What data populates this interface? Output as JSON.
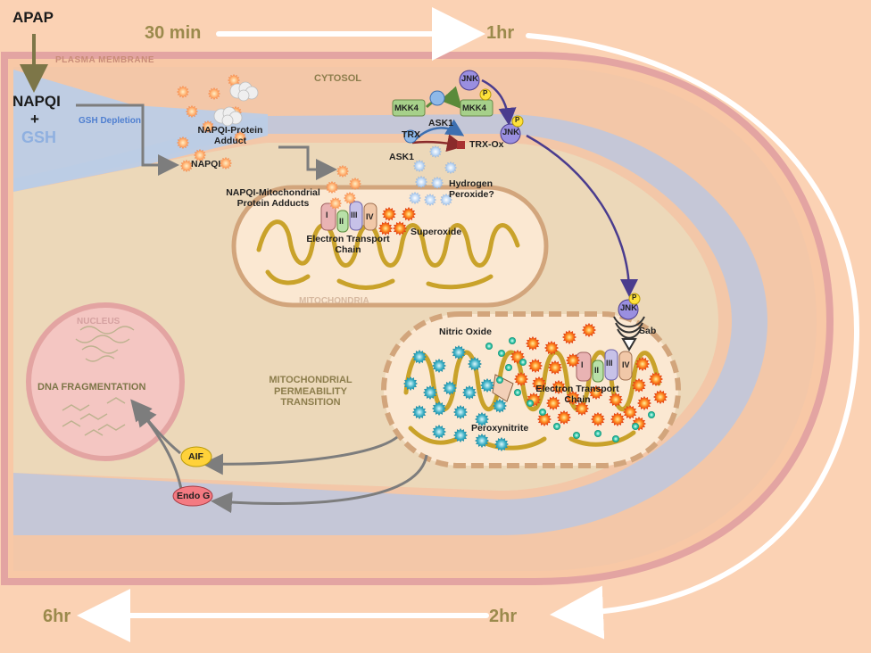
{
  "timeline": {
    "t1": "30 min",
    "t2": "1hr",
    "t3": "2hr",
    "t4": "6hr"
  },
  "drug": {
    "apap": "APAP",
    "napqi": "NAPQI",
    "plus": "+",
    "gsh": "GSH",
    "gsh_depletion": "GSH Depletion"
  },
  "regions": {
    "plasma_membrane": "PLASMA MEMBRANE",
    "cytosol": "CYTOSOL",
    "mitochondria": "MITOCHONDRIA",
    "nucleus": "NUCLEUS"
  },
  "adducts": {
    "protein": "NAPQI-Protein\nAdduct",
    "napqi_small": "NAPQI",
    "mito_adducts": "NAPQI-Mitochondrial\nProtein Adducts"
  },
  "mito1": {
    "etc": "Electron Transport\nChain",
    "superoxide": "Superoxide",
    "complexes": [
      "I",
      "II",
      "III",
      "IV"
    ]
  },
  "signaling": {
    "mkk4": "MKK4",
    "mkk4_p": "MKK4",
    "ask1_active": "ASK1",
    "ask1": "ASK1",
    "trx": "TRX",
    "trx_ox": "TRX-Ox",
    "jnk": "JNK",
    "jnk_p": "JNK",
    "phospho": "P",
    "h2o2": "Hydrogen\nPeroxide?",
    "jnk_mito": "JNK",
    "sab": "Sab"
  },
  "mito2": {
    "nitric_oxide": "Nitric Oxide",
    "etc": "Electron Transport\nChain",
    "peroxynitrite": "Peroxynitrite",
    "mpt": "MITOCHONDRIAL\nPERMEABILITY\nTRANSITION",
    "complexes": [
      "I",
      "II",
      "III",
      "IV"
    ]
  },
  "outcome": {
    "dna_frag": "DNA FRAGMENTATION",
    "aif": "AIF",
    "endo_g": "Endo G"
  },
  "colors": {
    "background": "#fbd2b4",
    "membrane": "#e3a4a2",
    "nucleus": "#f4c6c2",
    "mito_fill": "#fbe8d2",
    "cristae": "#c9a22a",
    "superoxide": "#f04a17",
    "peroxynitrite": "#2aa0b4",
    "h2o2": "#a9c8ef",
    "no_green": "#26b9a0",
    "arrow_gray": "#7d7d7d",
    "jnk_purple": "#9a8fe0",
    "mkk4_green": "#a6d08a",
    "aif_yellow": "#ffd23a",
    "endog_pink": "#f47a82"
  }
}
